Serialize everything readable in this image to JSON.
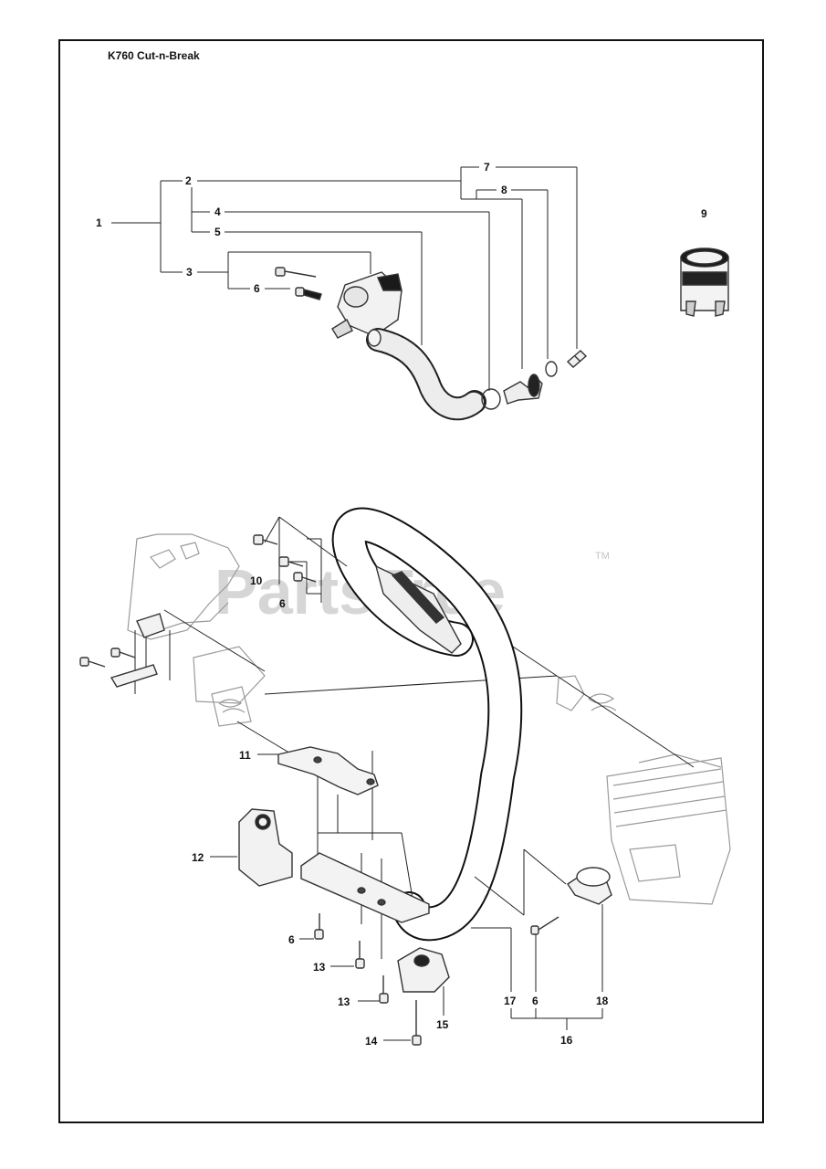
{
  "title": "K760 Cut-n-Break",
  "watermark": "PartsTree",
  "watermark_tm": "TM",
  "callouts": {
    "c1": "1",
    "c2": "2",
    "c3": "3",
    "c4": "4",
    "c5": "5",
    "c6a": "6",
    "c7": "7",
    "c8": "8",
    "c9": "9",
    "c10": "10",
    "c6b": "6",
    "c11": "11",
    "c12": "12",
    "c6c": "6",
    "c13a": "13",
    "c13b": "13",
    "c14": "14",
    "c15": "15",
    "c17": "17",
    "c6d": "6",
    "c18": "18",
    "c16": "16"
  }
}
